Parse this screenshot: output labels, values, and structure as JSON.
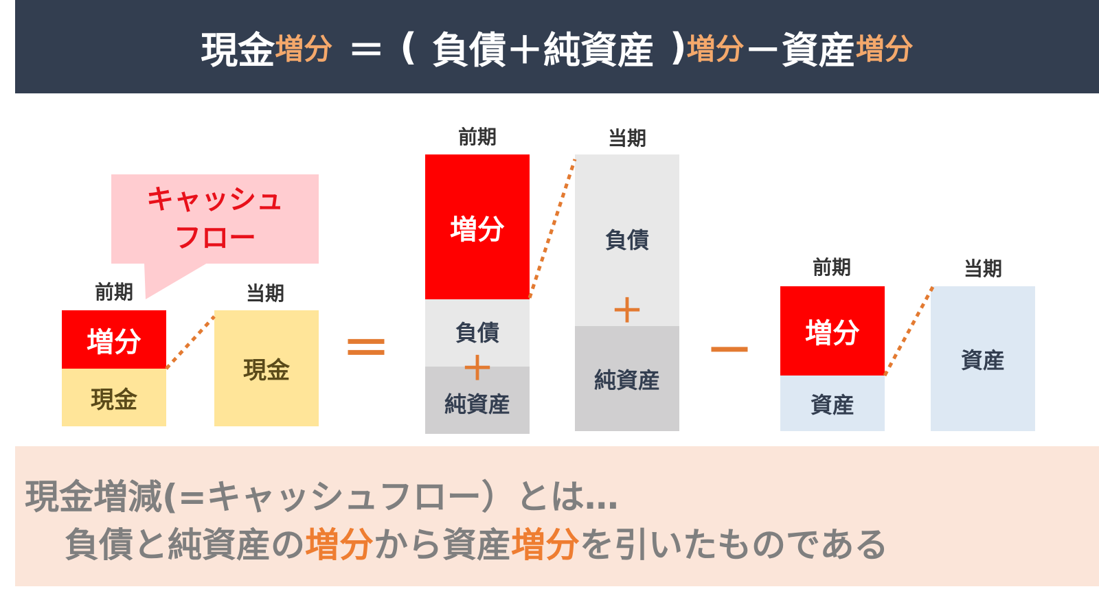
{
  "header": {
    "cash": "現金",
    "increase": "増分",
    "equals": "＝",
    "open_paren": "(",
    "liabilities": "負債",
    "plus": "＋",
    "net_assets": "純資産",
    "close_paren": ")",
    "minus": "－",
    "assets": "資産"
  },
  "labels": {
    "previous_period": "前期",
    "current_period": "当期",
    "increase": "増分",
    "cash": "現金",
    "liabilities": "負債",
    "net_assets": "純資産",
    "assets": "資産",
    "plus": "＋",
    "equals": "＝",
    "minus": "－"
  },
  "callout": {
    "line1": "キャッシュ",
    "line2": "フロー"
  },
  "bottom": {
    "line1": "現金増減(=キャッシュフロー）とは…",
    "line2_a": "負債と純資産の",
    "line2_b": "増分",
    "line2_c": "から資産",
    "line2_d": "増分",
    "line2_e": "を引いたものである"
  },
  "colors": {
    "header_bg": "#333e50",
    "accent_orange": "#ee7d31",
    "increase_red": "#ff0000",
    "cash_yellow": "#ffe599",
    "liability_gray": "#e8e8e8",
    "net_asset_gray": "#d0cfd0",
    "asset_blue": "#dde8f3",
    "callout_pink": "#ffccd0",
    "bottom_bg": "#fbe5d9"
  }
}
